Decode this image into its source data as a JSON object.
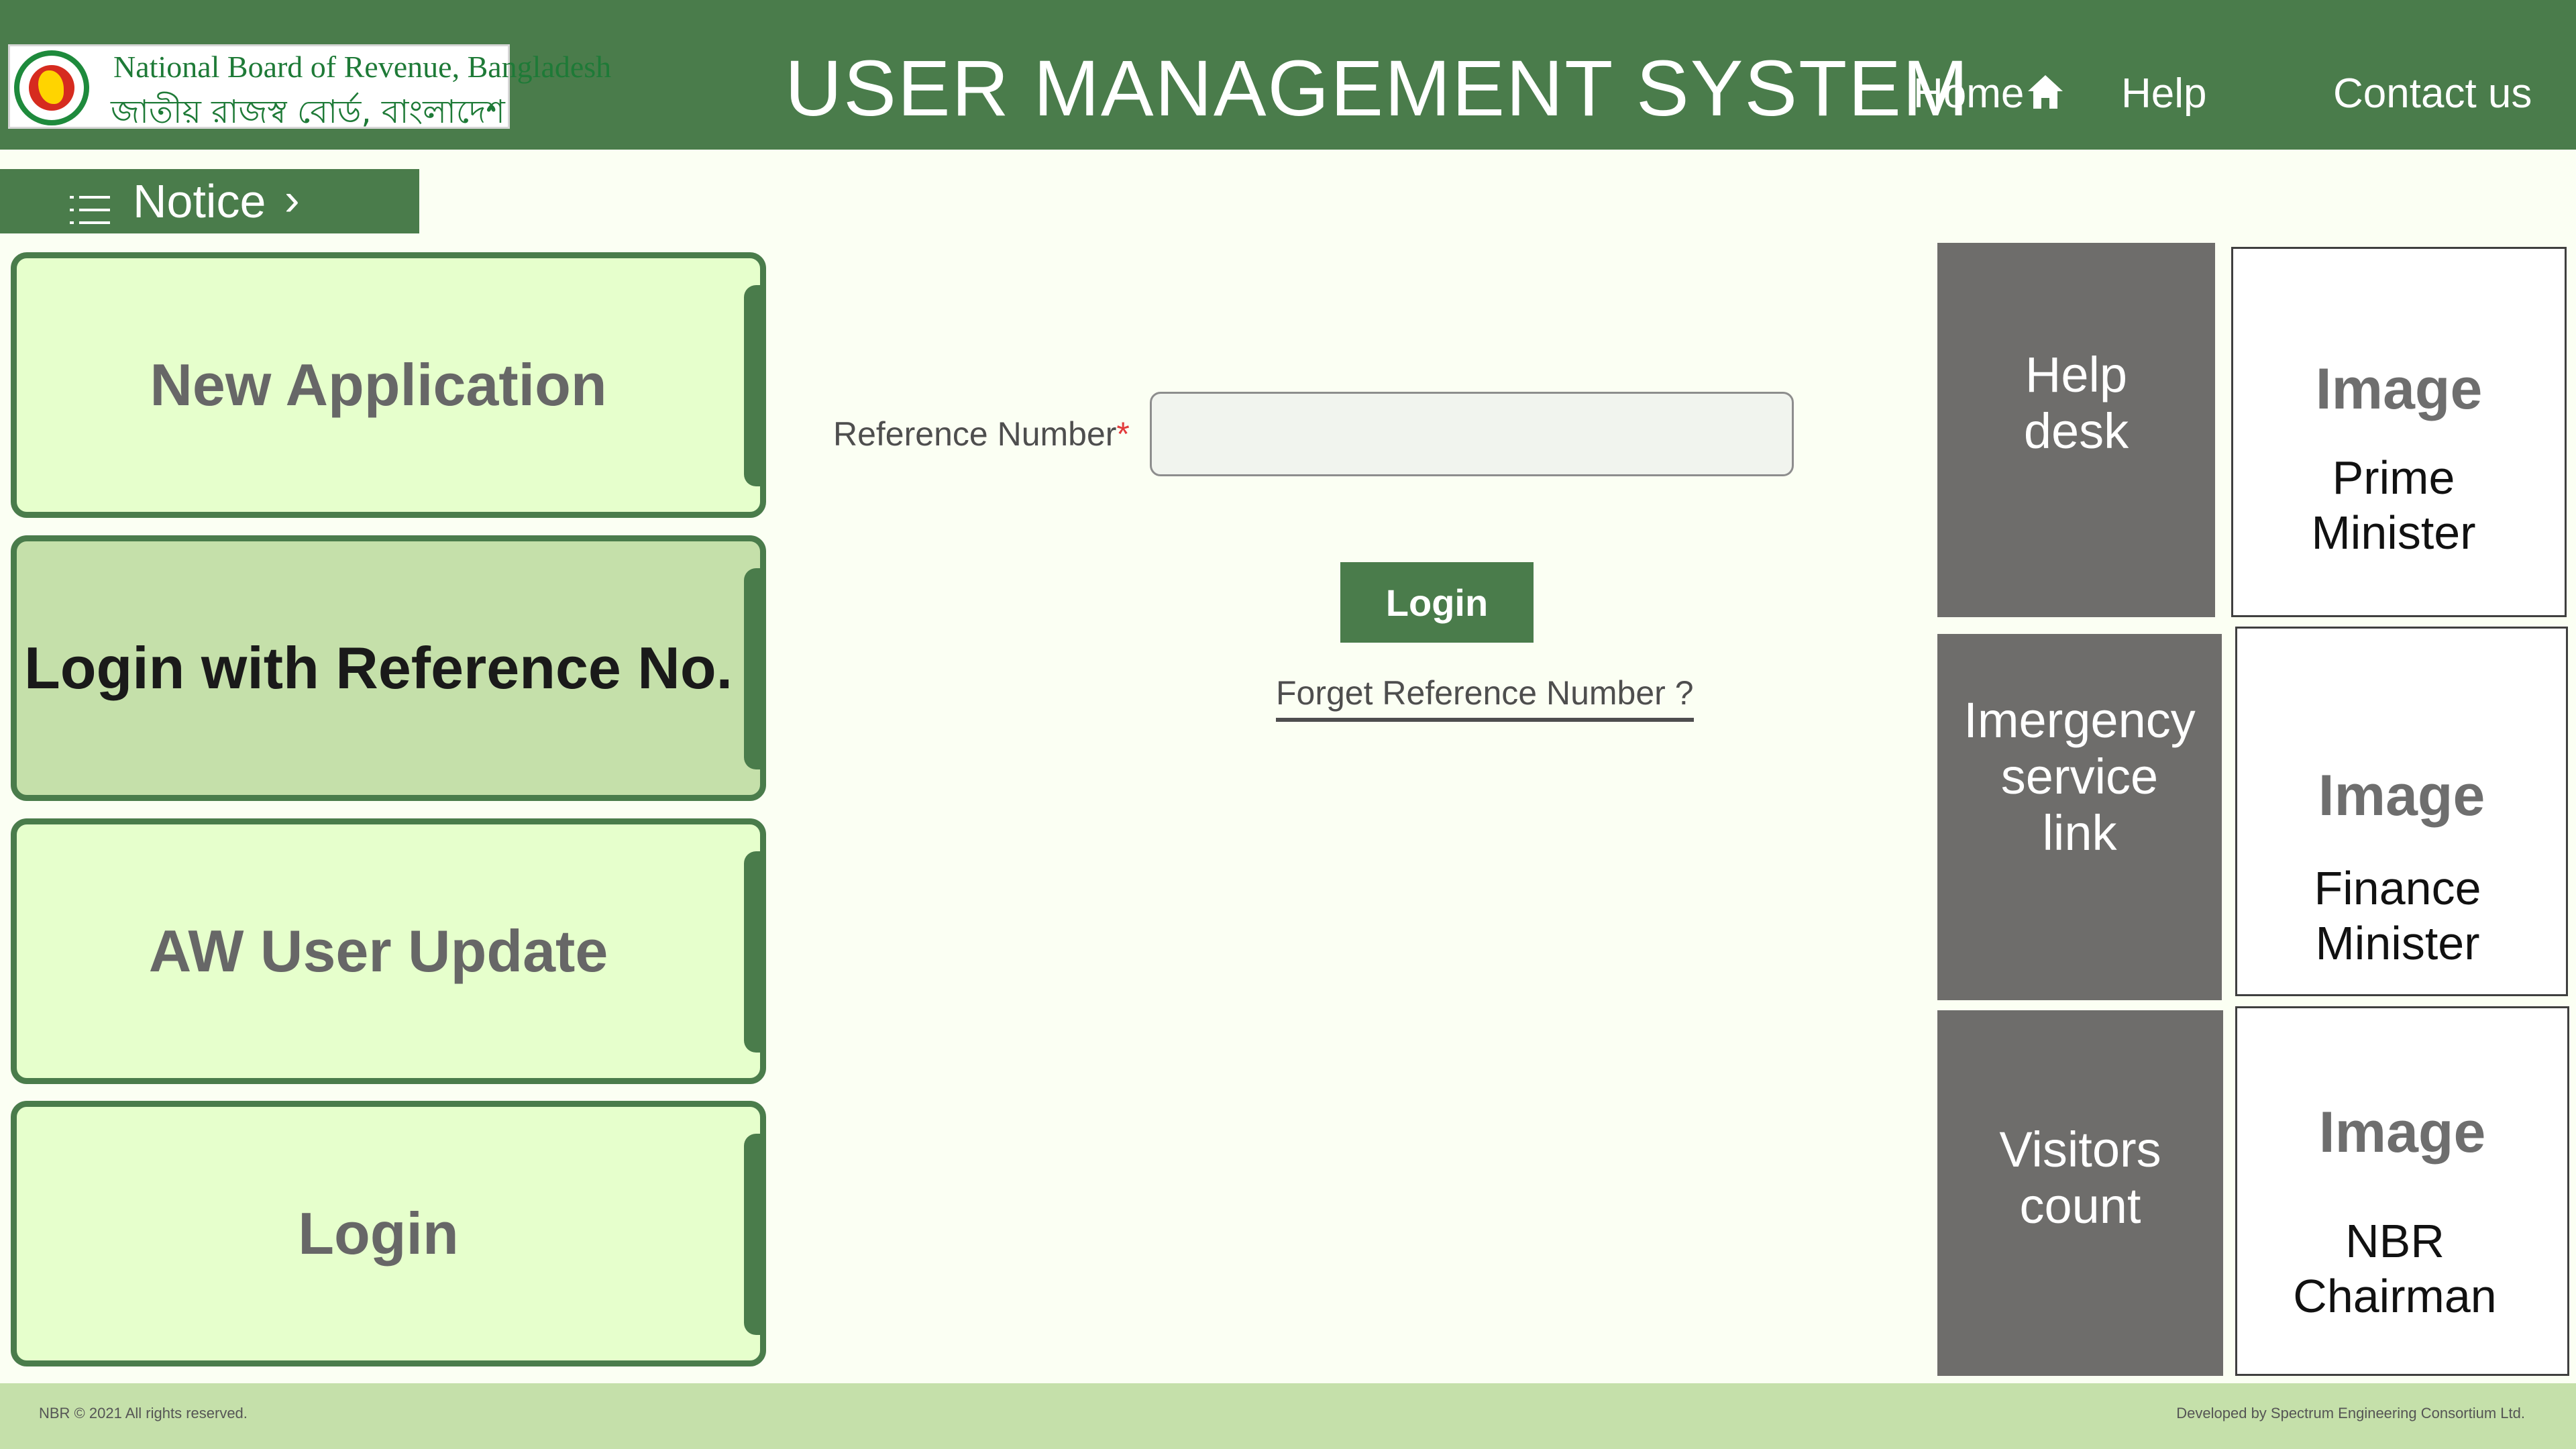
{
  "header": {
    "logo_en": "National Board of Revenue, Bangladesh",
    "logo_bn": "জাতীয় রাজস্ব বোর্ড, বাংলাদেশ",
    "title": "USER MANAGEMENT SYSTEM",
    "nav": {
      "home": "Home",
      "help": "Help",
      "contact": "Contact us"
    }
  },
  "notice": {
    "label": "Notice",
    "chevron": "›",
    "icon": "list-icon"
  },
  "menu": {
    "new_application": "New Application",
    "login_ref": "Login with Reference No.",
    "aw_user_update": "AW User Update",
    "login": "Login",
    "active_item": "Login with Reference No."
  },
  "form": {
    "ref_label": "Reference Number",
    "required_mark": "*",
    "ref_value": "",
    "login_button": "Login",
    "forget_link": "Forget Reference Number ?"
  },
  "right_panel": {
    "help_desk": "Help\ndesk",
    "emergency": "Imergency\nservice\nlink",
    "visitors": "Visitors\ncount",
    "image_word": "Image",
    "captions": {
      "prime_minister": "Prime\nMinister",
      "finance_minister": "Finance\nMinister",
      "nbr_chairman": "NBR\nChairman"
    }
  },
  "footer": {
    "copyright": "NBR © 2021 All rights reserved.",
    "developer": "Developed by Spectrum Engineering Consortium Ltd."
  },
  "colors": {
    "brand_green": "#4a7c4b",
    "card_bg": "#e6ffcc",
    "card_active_bg": "#c5e0aa",
    "tile_gray": "#6e6d6b",
    "footer_bg": "#c5e0aa",
    "page_bg": "#fbfff3",
    "required_red": "#e23b3b"
  }
}
